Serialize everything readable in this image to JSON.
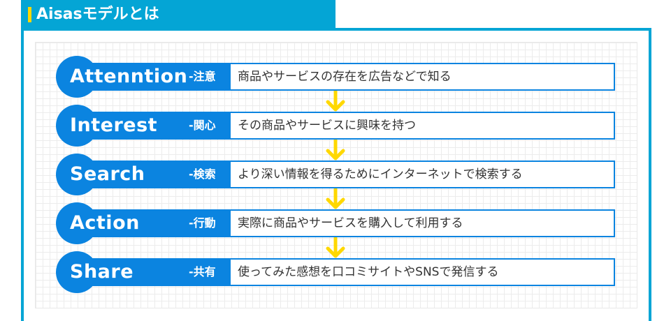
{
  "header": {
    "title": "Aisasモデルとは"
  },
  "colors": {
    "frame": "#04a5d5",
    "step": "#0b84e0",
    "arrow": "#ffd800"
  },
  "steps": [
    {
      "name": "Attenntion",
      "jp": "-注意",
      "desc": "商品やサービスの存在を広告などで知る"
    },
    {
      "name": "Interest",
      "jp": "-関心",
      "desc": "その商品やサービスに興味を持つ"
    },
    {
      "name": "Search",
      "jp": "-検索",
      "desc": "より深い情報を得るためにインターネットで検索する"
    },
    {
      "name": "Action",
      "jp": "-行動",
      "desc": "実際に商品やサービスを購入して利用する"
    },
    {
      "name": "Share",
      "jp": "-共有",
      "desc": "使ってみた感想を口コミサイトやSNSで発信する"
    }
  ]
}
